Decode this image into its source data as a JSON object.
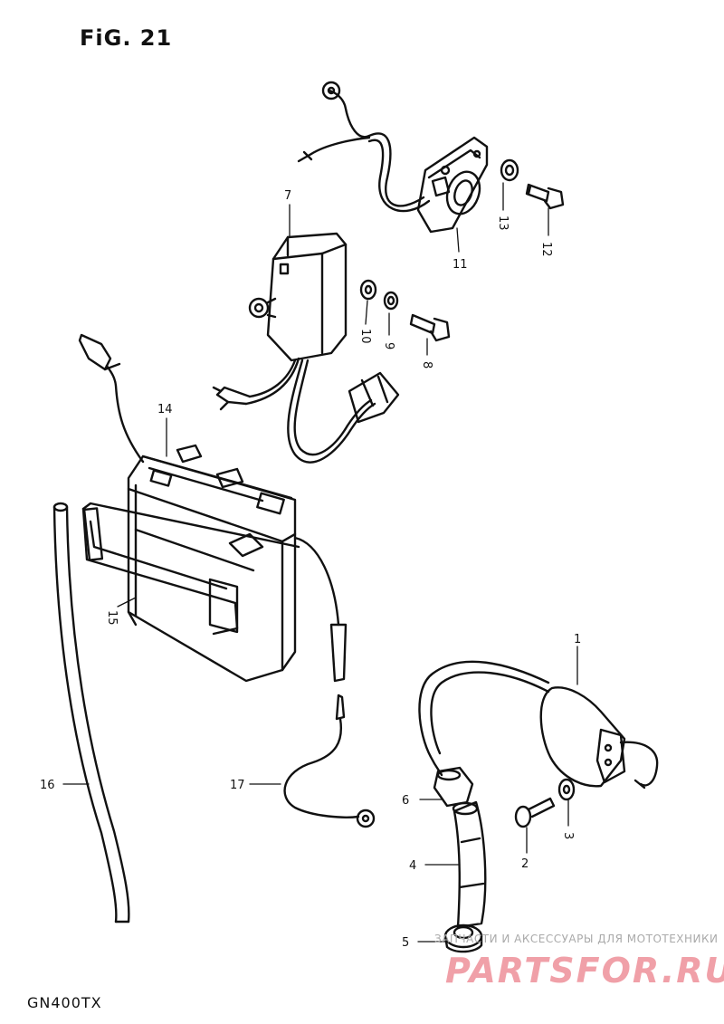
{
  "figure": {
    "title": "FiG. 21",
    "model": "GN400TX"
  },
  "callouts": {
    "c1": "1",
    "c2": "2",
    "c3": "3",
    "c4": "4",
    "c5": "5",
    "c6": "6",
    "c7": "7",
    "c8": "8",
    "c9": "9",
    "c10": "10",
    "c11": "11",
    "c12": "12",
    "c13": "13",
    "c14": "14",
    "c15": "15",
    "c16": "16",
    "c17": "17"
  },
  "watermark": {
    "tagline": "ЗАПЧАСТИ И АКСЕССУАРЫ ДЛЯ МОТОТЕХНИКИ",
    "logo": "PARTSFOR.RU",
    "color": "#f0a0a8"
  }
}
